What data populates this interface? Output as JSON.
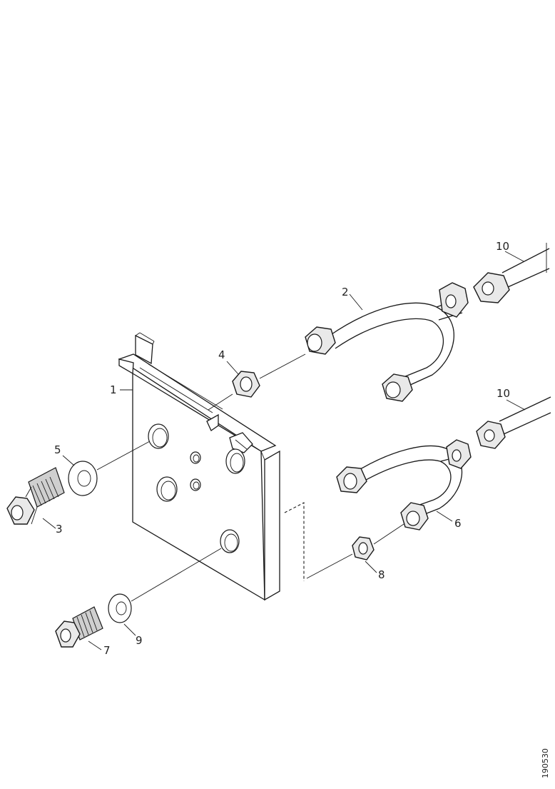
{
  "callouts": {
    "c1": "1",
    "c2": "2",
    "c3": "3",
    "c4": "4",
    "c5": "5",
    "c6": "6",
    "c7": "7",
    "c8": "8",
    "c9": "9",
    "c10a": "10",
    "c10b": "10"
  },
  "reference_number": "190530"
}
